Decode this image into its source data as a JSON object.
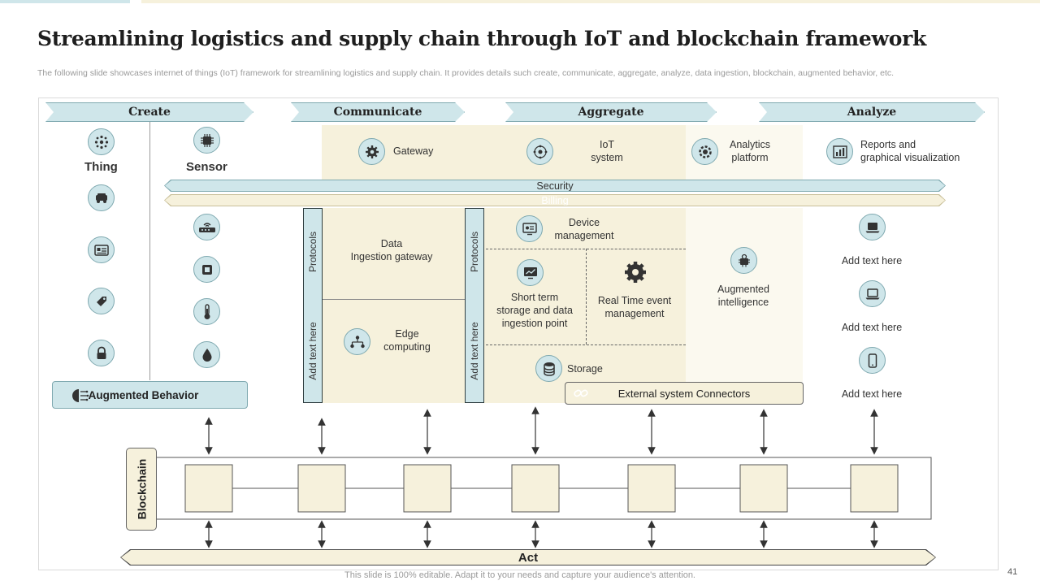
{
  "title": "Streamlining logistics and supply chain through IoT and blockchain framework",
  "subtitle": "The following slide showcases internet of things (IoT) framework for streamlining logistics and supply chain. It provides details such create, communicate, aggregate, analyze, data ingestion, blockchain, augmented behavior, etc.",
  "headers": {
    "create": "Create",
    "communicate": "Communicate",
    "aggregate": "Aggregate",
    "analyze": "Analyze"
  },
  "create": {
    "thing": "Thing",
    "sensor": "Sensor",
    "thing_icons": [
      "iot-network-icon",
      "truck-icon",
      "id-card-icon",
      "tag-icon",
      "lock-icon"
    ],
    "sensor_icons": [
      "chip-icon",
      "router-icon",
      "processor-icon",
      "thermometer-icon",
      "drop-icon"
    ]
  },
  "top": {
    "gateway": "Gateway",
    "iot_system_line1": "IoT",
    "iot_system_line2": "system",
    "analytics_line1": "Analytics",
    "analytics_line2": "platform",
    "reports_line1": "Reports and",
    "reports_line2": "graphical visualization"
  },
  "bands": {
    "security": "Security",
    "billing": "Billing"
  },
  "middle": {
    "protocols": "Protocols",
    "add_text": "Add text here",
    "data_ingestion_line1": "Data",
    "data_ingestion_line2": "Ingestion gateway",
    "edge_line1": "Edge",
    "edge_line2": "computing",
    "device_line1": "Device",
    "device_line2": "management",
    "short_term_line1": "Short term",
    "short_term_line2": "storage and data",
    "short_term_line3": "ingestion point",
    "realtime_line1": "Real Time event",
    "realtime_line2": "management",
    "storage": "Storage",
    "augmented_line1": "Augmented",
    "augmented_line2": "intelligence",
    "external": "External system Connectors",
    "augmented_behavior": "Augmented Behavior"
  },
  "analyze_items": [
    "Add text here",
    "Add text here",
    "Add text here"
  ],
  "blockchain": {
    "label": "Blockchain",
    "block_count": 7
  },
  "act": "Act",
  "footer": "This slide is 100% editable. Adapt it to your needs and capture your audience's attention.",
  "page_number": "41",
  "colors": {
    "teal_fill": "#cfe6ea",
    "teal_stroke": "#7fa9b0",
    "cream_fill": "#f6f1dc",
    "dark_text": "#1e1e1e"
  }
}
